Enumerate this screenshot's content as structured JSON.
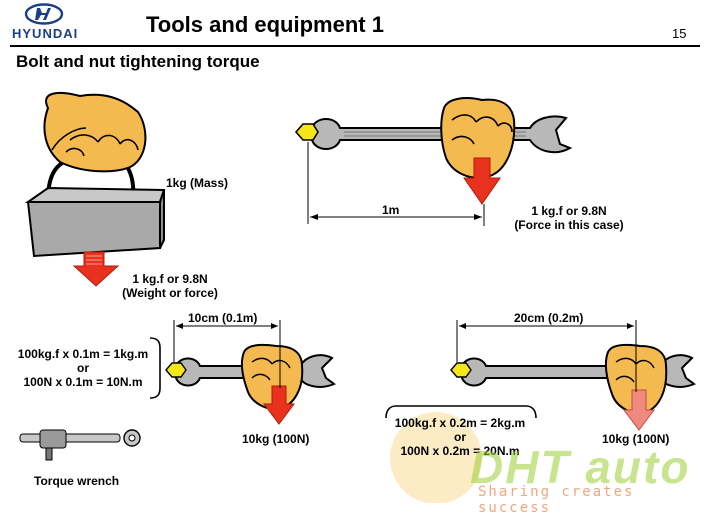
{
  "header": {
    "brand": "HYUNDAI",
    "title": "Tools and equipment 1",
    "page_number": "15"
  },
  "subtitle": "Bolt and nut tightening torque",
  "mass_example": {
    "mass_label": "1kg (Mass)",
    "force_line1": "1 kg.f or 9.8N",
    "force_line2": "(Weight or force)"
  },
  "wrench_example": {
    "distance_label": "1m",
    "force_line1": "1 kg.f or 9.8N",
    "force_line2": "(Force in this case)"
  },
  "torque_10cm": {
    "distance_label": "10cm (0.1m)",
    "calc_line1": "100kg.f x 0.1m = 1kg.m",
    "calc_line2": "or",
    "calc_line3": "100N x 0.1m = 10N.m",
    "force_label": "10kg (100N)"
  },
  "torque_20cm": {
    "distance_label": "20cm (0.2m)",
    "calc_line1": "100kg.f x 0.2m = 2kg.m",
    "calc_line2": "or",
    "calc_line3": "100N x 0.2m = 20N.m",
    "force_label": "10kg (100N)"
  },
  "torque_wrench_label": "Torque wrench",
  "watermark": {
    "logo": "DHT auto",
    "tagline": "Sharing creates success"
  },
  "colors": {
    "skin": "#f4b94f",
    "arrow_red": "#e8321e",
    "bolt_yellow": "#f5e61a",
    "wrench_gray": "#b8b8b8",
    "brand_blue": "#1b3f8b"
  }
}
